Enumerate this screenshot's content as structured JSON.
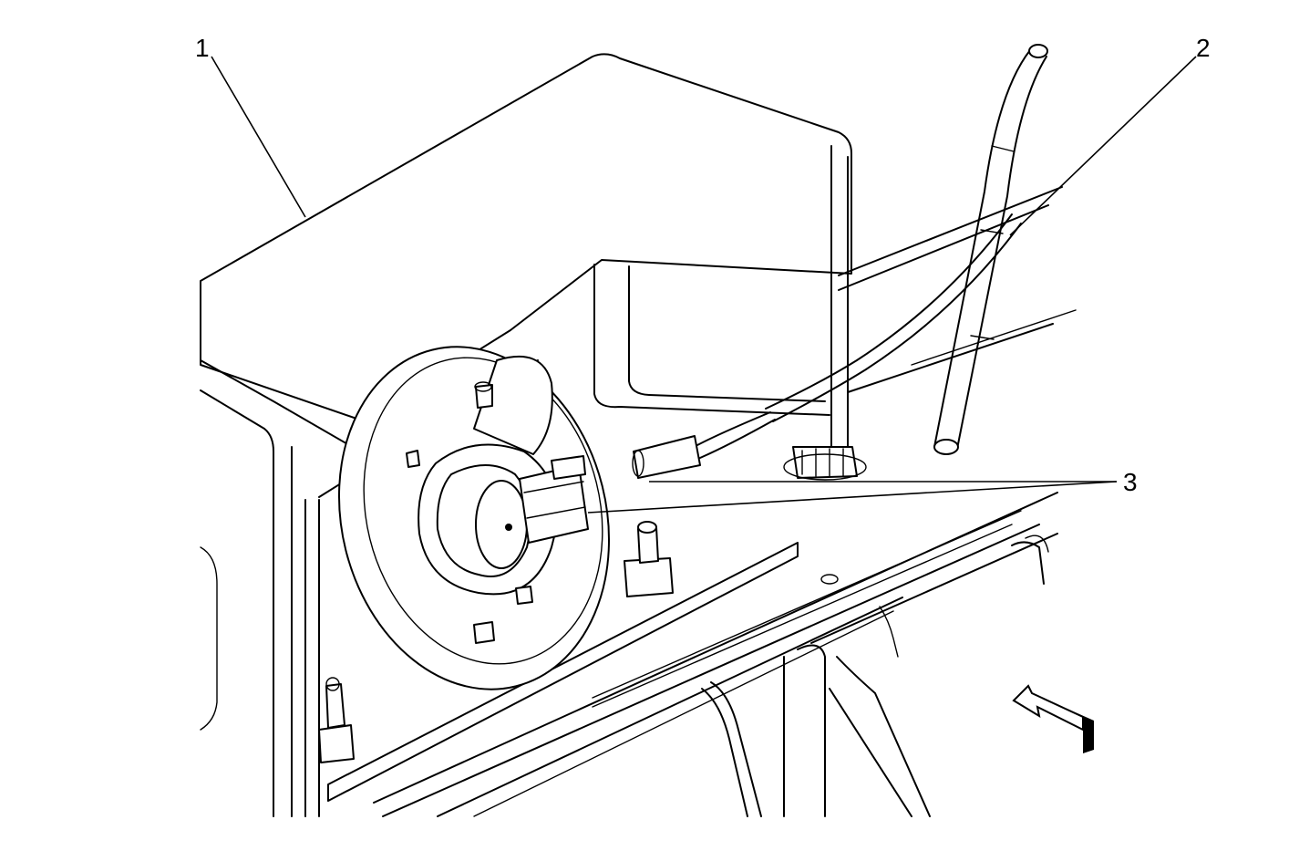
{
  "callouts": [
    {
      "id": "1",
      "label": "1"
    },
    {
      "id": "2",
      "label": "2"
    },
    {
      "id": "3",
      "label": "3"
    }
  ],
  "icons": {
    "view_arrow": "view-direction-arrow-icon"
  },
  "colors": {
    "line": "#000000",
    "background": "#ffffff"
  }
}
